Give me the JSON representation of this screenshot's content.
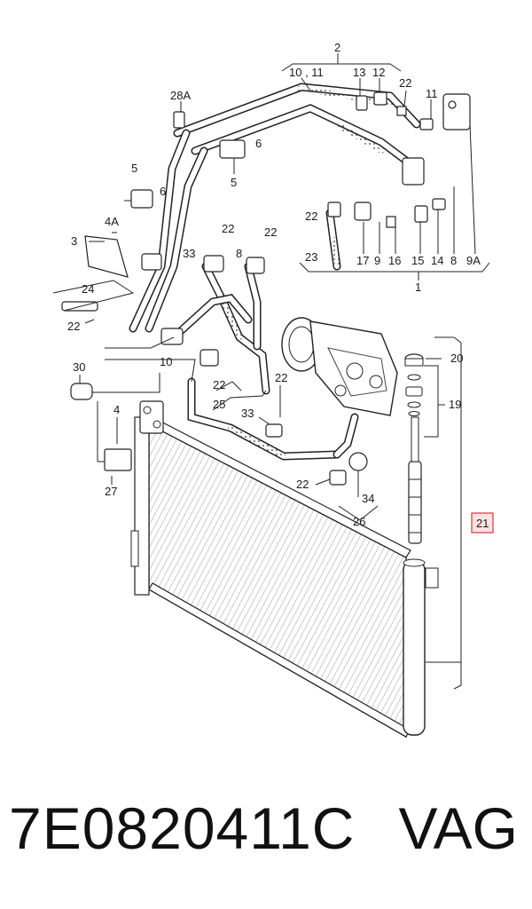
{
  "callouts": {
    "c2": "2",
    "c10_11": "10 , 11",
    "c13": "13",
    "c12": "12",
    "c22_top": "22",
    "c11": "11",
    "c28a": "28A",
    "c6a": "6",
    "c5a": "5",
    "c5b": "5",
    "c6b": "6",
    "c4a": "4A",
    "c3": "3",
    "c22_a": "22",
    "c22_b": "22",
    "c33_a": "33",
    "c8": "8",
    "c22_c": "22",
    "c23": "23",
    "c17": "17",
    "c9": "9",
    "c16": "16",
    "c15": "15",
    "c14": "14",
    "c8b": "8",
    "c9a": "9A",
    "c1": "1",
    "c24": "24",
    "c22_d": "22",
    "c30": "30",
    "c10": "10",
    "c22_e": "22",
    "c22_f": "22",
    "c25": "25",
    "c33_b": "33",
    "c4": "4",
    "c27": "27",
    "c20": "20",
    "c19": "19",
    "c21": "21",
    "c22_g": "22",
    "c34": "34",
    "c26": "26"
  },
  "highlight_color": "#e0303a",
  "part_number": "7E0820411C",
  "brand": "VAG"
}
